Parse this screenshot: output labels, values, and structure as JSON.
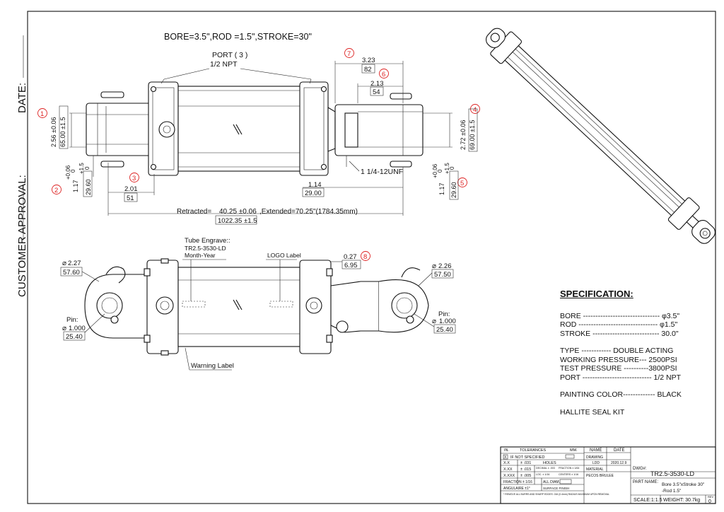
{
  "side_labels": {
    "customer_approval": "CUSTOMER APPROVAL:",
    "date": "DATE:"
  },
  "header_spec": "BORE=3.5\",ROD =1.5\",STROKE=30\"",
  "port_label": "PORT ( 3 )",
  "port_npt": "1/2 NPT",
  "dims": {
    "d1_top": "2.56 ±0.06",
    "d1_bot": "65.00 ±1.5",
    "d2_a": "+0.06",
    "d2_b": "0",
    "d2_c": "+1.5",
    "d2_d": "0",
    "d2_val": "1.17",
    "d2_mm": "29.60",
    "d3_in": "2.01",
    "d3_mm": "51",
    "d4_top": "2.72 ±0.06",
    "d4_bot": "69.00 ±1.5",
    "d5_val": "1.17",
    "d5_a": "+0.06",
    "d5_b": "0",
    "d5_mm": "29.60",
    "d5_c": "+1.5",
    "d5_d": "0",
    "d6_in": "2.13",
    "d6_mm": "54",
    "d7_in": "3.23",
    "d7_mm": "82",
    "d8_in": "0.27",
    "d8_mm": "6.95",
    "thread": "1 1/4-12UNF",
    "d114_in": "1.14",
    "d114_mm": "29.00",
    "retracted": "Retracted=",
    "retracted_in": "40.25 ±0.06",
    "extended": ",Extended=70.25\"(1784.35mm)",
    "retracted_mm": "1022.35 ±1.5",
    "dia_left_in": "2.27",
    "dia_left_mm": "57.60",
    "dia_right_in": "2.26",
    "dia_right_mm": "57.50",
    "pin_label": "Pin:",
    "pin_in": "1.000",
    "pin_mm": "25.40",
    "pin_label_r": "Pin:",
    "pin_in_r": "1.000",
    "pin_mm_r": "25.40"
  },
  "balloons": [
    "1",
    "2",
    "3",
    "4",
    "5",
    "6",
    "7",
    "8"
  ],
  "notes": {
    "tube_engrave": "Tube Engrave::",
    "tube_code": "TR2.5-3530-LD",
    "month_year": "Month-Year",
    "logo_label": "LOGO Label",
    "warning_label": "Warning Label"
  },
  "spec": {
    "title": "SPECIFICATION:",
    "bore": "BORE ------------------------------- φ3.5\"",
    "rod": "ROD   -------------------------------- φ1.5\"",
    "stroke": "STROKE --------------------------- 30.0\"",
    "type": "TYPE  ------------  DOUBLE ACTING",
    "working": "WORKING PRESSURE--- 2500PSI",
    "test": "TEST PRESSURE ----------3800PSI",
    "port": "PORT ---------------------------- 1/2 NPT",
    "paint": "PAINTING COLOR------------- BLACK",
    "seal": "HALLITE  SEAL KIT"
  },
  "title_block": {
    "in": "IN.",
    "tolerances": "TOLERANCES",
    "mm": "MM.",
    "x": "X",
    "if_not": "IF NOT SPECIFIED",
    "xx": "X.X",
    "xx_v": "± .031",
    "holes": "HOLES",
    "xxx": "X.XX",
    "xxx_v": "± .015",
    "decimal": "DECIMAL ± .003",
    "fraction_h": "FRACTION ± 1/64",
    "xxxx": "X.XXX",
    "xxxx_v": "± .005",
    "loc": "LOC. ± 1/16",
    "centers": "CENTERS ± 1/16",
    "frac": "FRACTION ± 1/16",
    "alldiam": "ALL DIAM.",
    "angular": "ANGULAIRE ±1°",
    "surface": "SURFACE FINISH",
    "remove": "* REMOVE ALL BURRS AND SHARP EDGES .016 (0.4mm) RADIUS MAXIMUM UPON REMOVAL",
    "name_h": "NAME",
    "date_h": "DATE",
    "drawing": "DRAWING",
    "drawing_name": "LDD",
    "drawing_date": "2020.12.9",
    "material": "MATERIAL",
    "process": "PECOS BRULEE",
    "dwg_label": "DWG#:",
    "dwg_no": "TR2.5-3530-LD",
    "part_label": "PART NAME:",
    "part_1": "Bore 3.5\"xStroke 30\"",
    "part_2": "-Rod 1.5\"",
    "scale": "SCALE:1:1.5",
    "weight": "WEIGHT: 30.7kg",
    "rev_label": "REV",
    "rev": "0"
  }
}
